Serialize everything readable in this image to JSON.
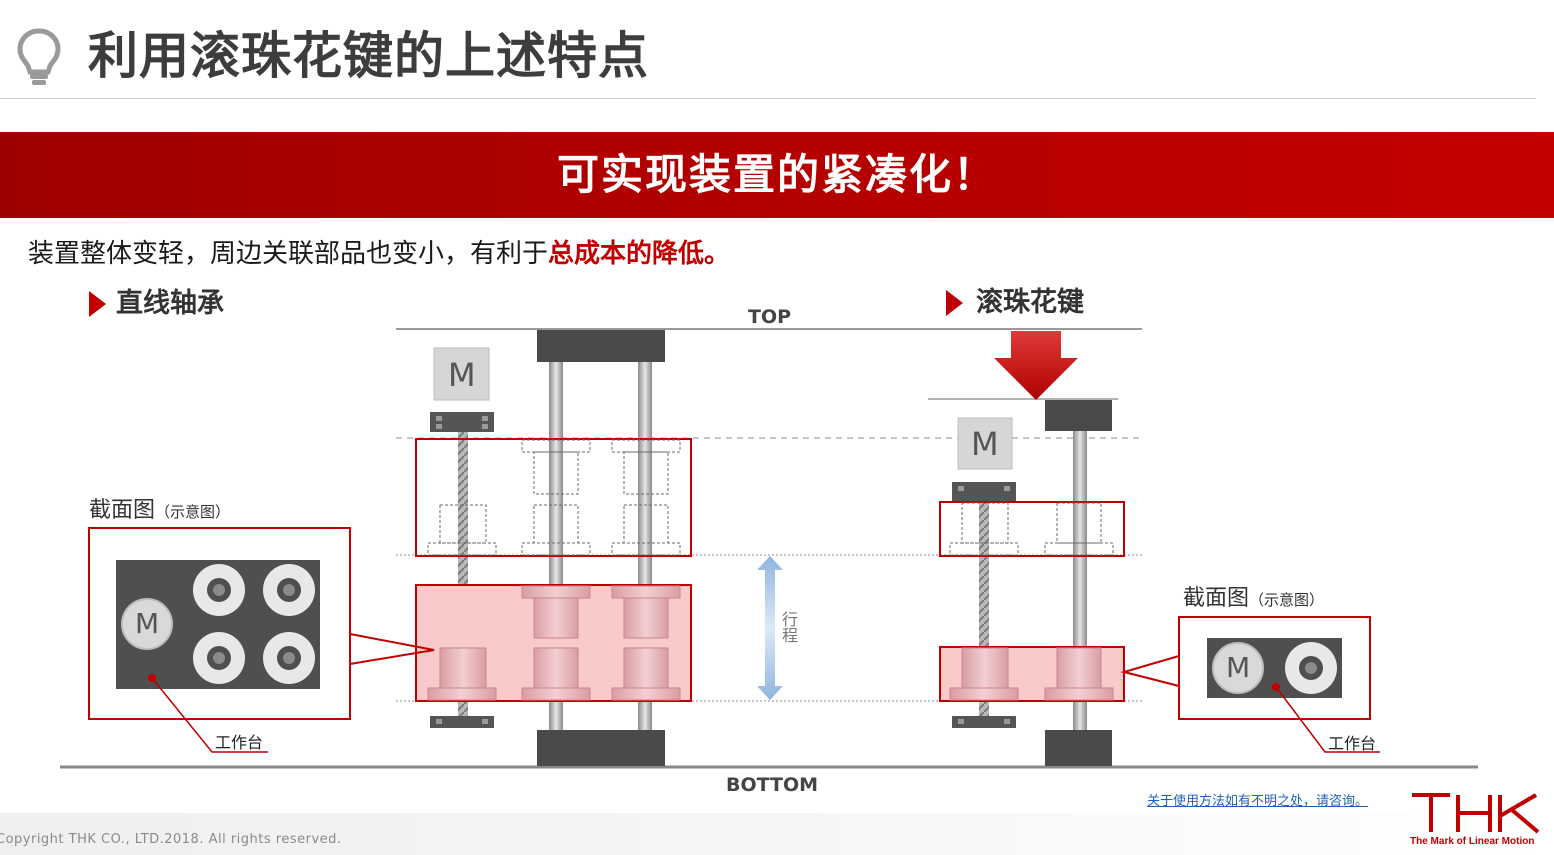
{
  "header": {
    "title": "利用滚珠花键的上述特点",
    "icon": "lightbulb-icon"
  },
  "banner": {
    "text": "可实现装置的紧凑化！"
  },
  "lead": {
    "text": "装置整体变轻，周边关联部品也变小，有利于",
    "highlight": "总成本的降低。"
  },
  "left_section": {
    "label": "直线轴承",
    "caption": "截面图",
    "caption_note": "（示意图）",
    "motor": "M",
    "table_label": "工作台"
  },
  "right_section": {
    "label": "滚珠花键",
    "caption": "截面图",
    "caption_note": "（示意图）",
    "motor": "M",
    "table_label": "工作台"
  },
  "diagram": {
    "top_label": "TOP",
    "bottom_label": "BOTTOM",
    "stroke_label_1": "行",
    "stroke_label_2": "程"
  },
  "footer": {
    "copyright": "Copyright THK CO., LTD.2018. All rights reserved.",
    "help_link": "关于使用方法如有不明之处，请咨询。",
    "logo_text": "THK",
    "logo_tagline": "The Mark of Linear Motion"
  },
  "colors": {
    "accent_red": "#c00000",
    "banner_red": "#b00000",
    "highlight_fill": "#f7c5c8",
    "link_blue": "#1f5fbf"
  }
}
